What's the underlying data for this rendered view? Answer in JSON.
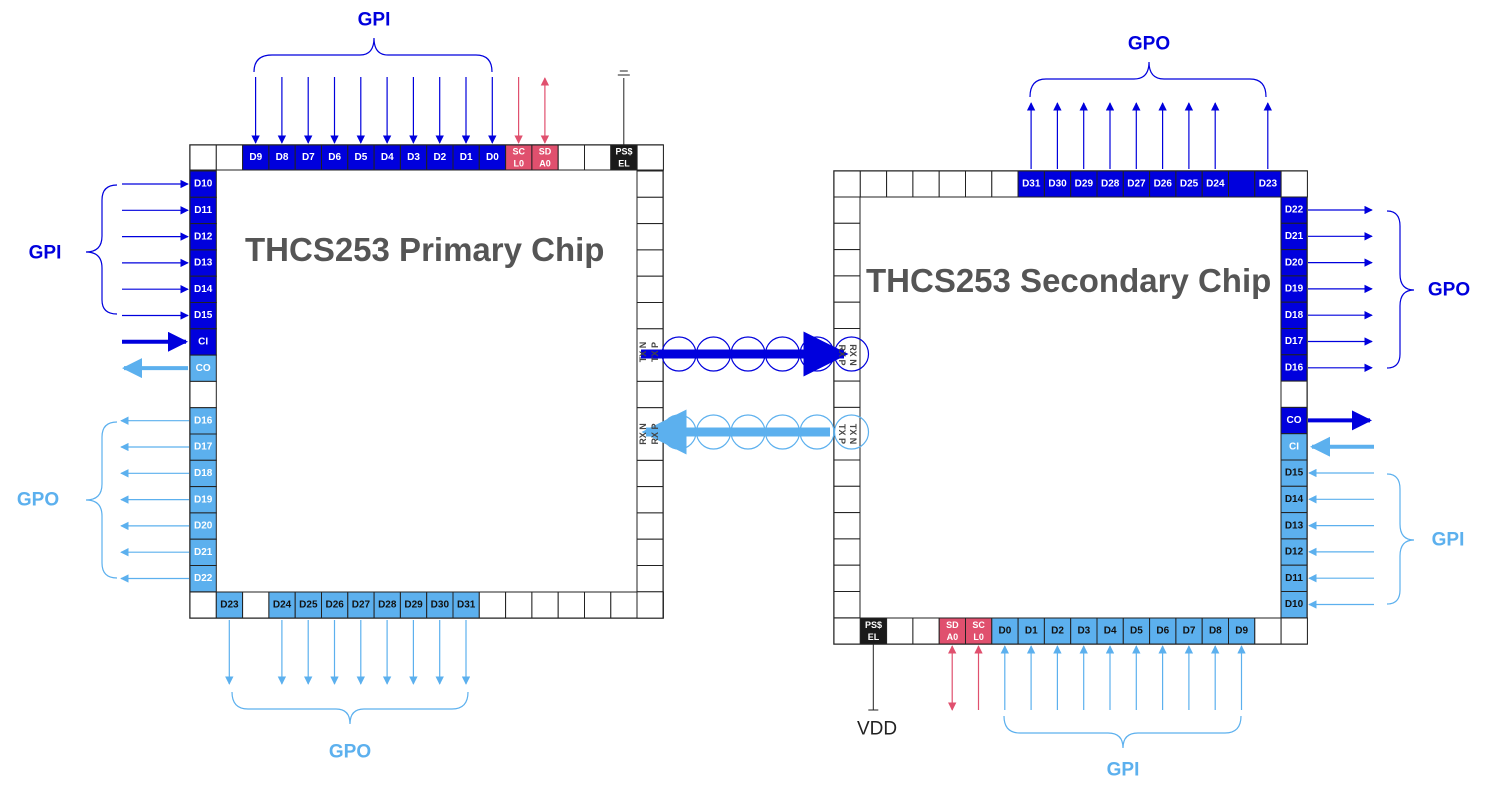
{
  "colors": {
    "input_pin": "#0000dd",
    "output_pin": "#5cb0ee",
    "i2c_pin": "#e0506e",
    "power_pin": "#1a1a1a",
    "empty_pin": "#ffffff",
    "chip_border": "#222222",
    "title_text": "#555555"
  },
  "primary": {
    "title": "THCS253 Primary Chip",
    "top_pins": [
      "D9",
      "D8",
      "D7",
      "D6",
      "D5",
      "D4",
      "D3",
      "D2",
      "D1",
      "D0"
    ],
    "scl": "SC L0",
    "sda": "SD A0",
    "pssel": "PS$ EL",
    "left_in_pins": [
      "D10",
      "D11",
      "D12",
      "D13",
      "D14",
      "D15"
    ],
    "ci": "CI",
    "co": "CO",
    "left_out_pins": [
      "D16",
      "D17",
      "D18",
      "D19",
      "D20",
      "D21",
      "D22"
    ],
    "bottom_first": "D23",
    "bottom_pins": [
      "D24",
      "D25",
      "D26",
      "D27",
      "D28",
      "D29",
      "D30",
      "D31"
    ],
    "gpi_top": "GPI",
    "gpi_left": "GPI",
    "gpo_left": "GPO",
    "gpo_bottom": "GPO",
    "tx_pair": [
      "TX N",
      "TX P"
    ],
    "rx_pair": [
      "RX N",
      "RX P"
    ]
  },
  "secondary": {
    "title": "THCS253 Secondary Chip",
    "top_pins": [
      "D31",
      "D30",
      "D29",
      "D28",
      "D27",
      "D26",
      "D25",
      "D24"
    ],
    "top_last": "D23",
    "right_out_pins": [
      "D22",
      "D21",
      "D20",
      "D19",
      "D18",
      "D17",
      "D16"
    ],
    "co": "CO",
    "ci": "CI",
    "right_in_pins": [
      "D15",
      "D14",
      "D13",
      "D12",
      "D11",
      "D10"
    ],
    "pssel": "PS$ EL",
    "sda": "SD A0",
    "scl": "SC L0",
    "bottom_pins": [
      "D0",
      "D1",
      "D2",
      "D3",
      "D4",
      "D5",
      "D6",
      "D7",
      "D8",
      "D9"
    ],
    "gpo_top": "GPO",
    "gpo_right": "GPO",
    "gpi_right": "GPI",
    "gpi_bottom": "GPI",
    "vdd": "VDD",
    "rx_pair": [
      "RX N",
      "RX P"
    ],
    "tx_pair": [
      "TX N",
      "TX P"
    ]
  }
}
